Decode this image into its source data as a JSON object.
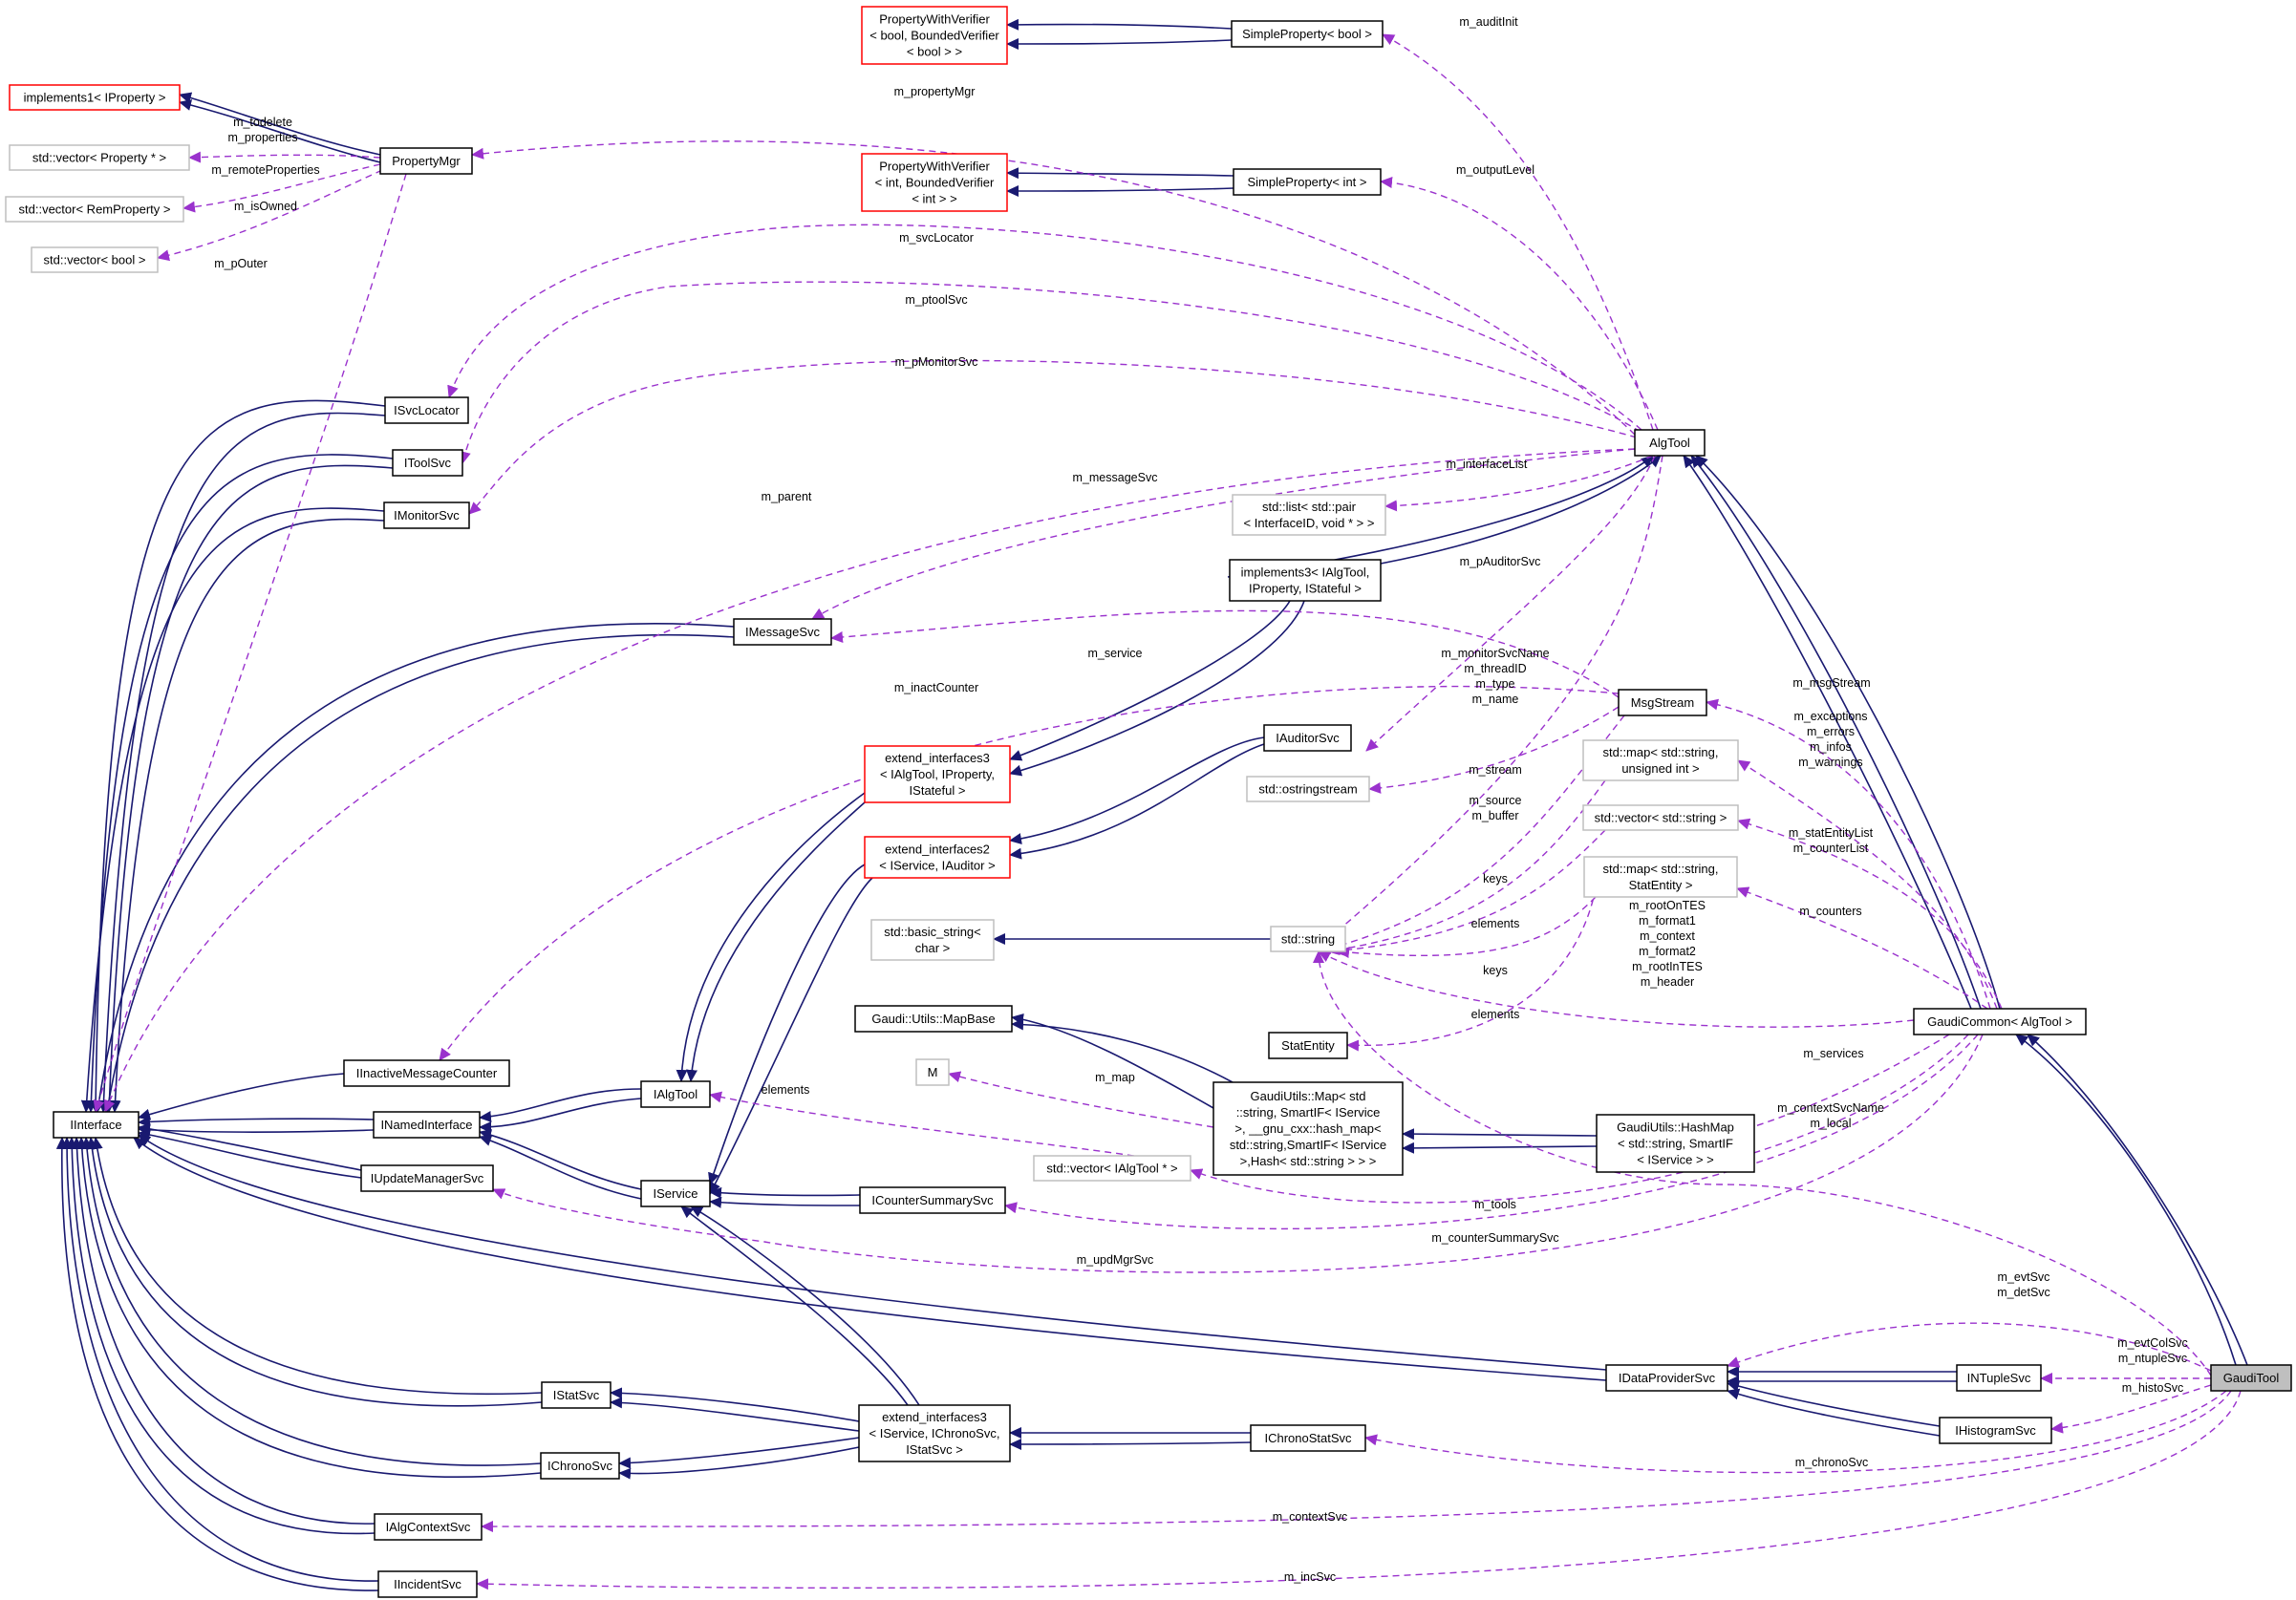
{
  "diagram": {
    "colors": {
      "inheritance_edge": "#191970",
      "usage_edge": "#9a32cd",
      "node_border_default": "#000000",
      "node_border_template": "#ff0000",
      "node_border_external": "#bfbfbf",
      "highlight_fill": "#bfbfbf"
    },
    "nodes": [
      {
        "id": "implements1_IProperty",
        "lines": [
          "implements1< IProperty >"
        ],
        "style": "template"
      },
      {
        "id": "vector_property_ptr",
        "lines": [
          "std::vector< Property * >"
        ],
        "style": "external"
      },
      {
        "id": "vector_remproperty",
        "lines": [
          "std::vector< RemProperty >"
        ],
        "style": "external"
      },
      {
        "id": "vector_bool",
        "lines": [
          "std::vector< bool >"
        ],
        "style": "external"
      },
      {
        "id": "PropertyMgr",
        "lines": [
          "PropertyMgr"
        ],
        "style": "normal"
      },
      {
        "id": "pwv_bool",
        "lines": [
          "PropertyWithVerifier",
          "< bool, BoundedVerifier",
          "< bool > >"
        ],
        "style": "template"
      },
      {
        "id": "SimpleProperty_bool",
        "lines": [
          "SimpleProperty< bool >"
        ],
        "style": "normal"
      },
      {
        "id": "pwv_int",
        "lines": [
          "PropertyWithVerifier",
          "< int, BoundedVerifier",
          "< int > >"
        ],
        "style": "template"
      },
      {
        "id": "SimpleProperty_int",
        "lines": [
          "SimpleProperty< int >"
        ],
        "style": "normal"
      },
      {
        "id": "ISvcLocator",
        "lines": [
          "ISvcLocator"
        ],
        "style": "normal"
      },
      {
        "id": "IToolSvc",
        "lines": [
          "IToolSvc"
        ],
        "style": "normal"
      },
      {
        "id": "IMonitorSvc",
        "lines": [
          "IMonitorSvc"
        ],
        "style": "normal"
      },
      {
        "id": "AlgTool",
        "lines": [
          "AlgTool"
        ],
        "style": "normal"
      },
      {
        "id": "list_pair",
        "lines": [
          "std::list< std::pair",
          "< InterfaceID, void * > >"
        ],
        "style": "external"
      },
      {
        "id": "implements3",
        "lines": [
          "implements3< IAlgTool,",
          "IProperty, IStateful >"
        ],
        "style": "normal"
      },
      {
        "id": "IMessageSvc",
        "lines": [
          "IMessageSvc"
        ],
        "style": "normal"
      },
      {
        "id": "MsgStream",
        "lines": [
          "MsgStream"
        ],
        "style": "normal"
      },
      {
        "id": "IAuditorSvc",
        "lines": [
          "IAuditorSvc"
        ],
        "style": "normal"
      },
      {
        "id": "extend_interfaces3_alg",
        "lines": [
          "extend_interfaces3",
          "< IAlgTool, IProperty,",
          "IStateful >"
        ],
        "style": "template"
      },
      {
        "id": "ostringstream",
        "lines": [
          "std::ostringstream"
        ],
        "style": "external"
      },
      {
        "id": "map_string_uint",
        "lines": [
          "std::map< std::string,",
          "unsigned int >"
        ],
        "style": "external"
      },
      {
        "id": "vector_string",
        "lines": [
          "std::vector< std::string >"
        ],
        "style": "external"
      },
      {
        "id": "map_string_statentity",
        "lines": [
          "std::map< std::string,",
          "StatEntity >"
        ],
        "style": "external"
      },
      {
        "id": "extend_interfaces2",
        "lines": [
          "extend_interfaces2",
          "< IService, IAuditor >"
        ],
        "style": "template"
      },
      {
        "id": "basic_string",
        "lines": [
          "std::basic_string<",
          "char >"
        ],
        "style": "external"
      },
      {
        "id": "std_string",
        "lines": [
          "std::string"
        ],
        "style": "external"
      },
      {
        "id": "MapBase",
        "lines": [
          "Gaudi::Utils::MapBase"
        ],
        "style": "normal"
      },
      {
        "id": "StatEntity",
        "lines": [
          "StatEntity"
        ],
        "style": "normal"
      },
      {
        "id": "GaudiCommon",
        "lines": [
          "GaudiCommon< AlgTool >"
        ],
        "style": "normal"
      },
      {
        "id": "M",
        "lines": [
          "M"
        ],
        "style": "external"
      },
      {
        "id": "GaudiUtilsMap",
        "lines": [
          "GaudiUtils::Map< std",
          "::string, SmartIF< IService",
          ">, __gnu_cxx::hash_map<",
          "std::string,SmartIF< IService",
          ">,Hash< std::string > > >"
        ],
        "style": "normal"
      },
      {
        "id": "IInactiveMessageCounter",
        "lines": [
          "IInactiveMessageCounter"
        ],
        "style": "normal"
      },
      {
        "id": "IInterface",
        "lines": [
          "IInterface"
        ],
        "style": "normal"
      },
      {
        "id": "IAlgTool",
        "lines": [
          "IAlgTool"
        ],
        "style": "normal"
      },
      {
        "id": "INamedInterface",
        "lines": [
          "INamedInterface"
        ],
        "style": "normal"
      },
      {
        "id": "HashMap",
        "lines": [
          "GaudiUtils::HashMap",
          "< std::string, SmartIF",
          "< IService > >"
        ],
        "style": "normal"
      },
      {
        "id": "vector_ialgtool",
        "lines": [
          "std::vector< IAlgTool * >"
        ],
        "style": "external"
      },
      {
        "id": "IUpdateManagerSvc",
        "lines": [
          "IUpdateManagerSvc"
        ],
        "style": "normal"
      },
      {
        "id": "IService",
        "lines": [
          "IService"
        ],
        "style": "normal"
      },
      {
        "id": "ICounterSummarySvc",
        "lines": [
          "ICounterSummarySvc"
        ],
        "style": "normal"
      },
      {
        "id": "IDataProviderSvc",
        "lines": [
          "IDataProviderSvc"
        ],
        "style": "normal"
      },
      {
        "id": "INTupleSvc",
        "lines": [
          "INTupleSvc"
        ],
        "style": "normal"
      },
      {
        "id": "GaudiTool",
        "lines": [
          "GaudiTool"
        ],
        "style": "highlight"
      },
      {
        "id": "IStatSvc",
        "lines": [
          "IStatSvc"
        ],
        "style": "normal"
      },
      {
        "id": "extend_interfaces3_svc",
        "lines": [
          "extend_interfaces3",
          "< IService, IChronoSvc,",
          "IStatSvc >"
        ],
        "style": "normal"
      },
      {
        "id": "IHistogramSvc",
        "lines": [
          "IHistogramSvc"
        ],
        "style": "normal"
      },
      {
        "id": "IChronoSvc",
        "lines": [
          "IChronoSvc"
        ],
        "style": "normal"
      },
      {
        "id": "IChronoStatSvc",
        "lines": [
          "IChronoStatSvc"
        ],
        "style": "normal"
      },
      {
        "id": "IAlgContextSvc",
        "lines": [
          "IAlgContextSvc"
        ],
        "style": "normal"
      },
      {
        "id": "IIncidentSvc",
        "lines": [
          "IIncidentSvc"
        ],
        "style": "normal"
      }
    ],
    "edge_labels": [
      {
        "id": "m_auditInit",
        "lines": [
          "m_auditInit"
        ]
      },
      {
        "id": "m_propertyMgr",
        "lines": [
          "m_propertyMgr"
        ]
      },
      {
        "id": "m_todelete_props",
        "lines": [
          "m_todelete",
          "m_properties"
        ]
      },
      {
        "id": "m_remoteProperties",
        "lines": [
          "m_remoteProperties"
        ]
      },
      {
        "id": "m_isOwned",
        "lines": [
          "m_isOwned"
        ]
      },
      {
        "id": "m_pOuter",
        "lines": [
          "m_pOuter"
        ]
      },
      {
        "id": "m_outputLevel",
        "lines": [
          "m_outputLevel"
        ]
      },
      {
        "id": "m_svcLocator",
        "lines": [
          "m_svcLocator"
        ]
      },
      {
        "id": "m_ptoolSvc",
        "lines": [
          "m_ptoolSvc"
        ]
      },
      {
        "id": "m_pMonitorSvc",
        "lines": [
          "m_pMonitorSvc"
        ]
      },
      {
        "id": "m_interfaceList",
        "lines": [
          "m_interfaceList"
        ]
      },
      {
        "id": "m_parent",
        "lines": [
          "m_parent"
        ]
      },
      {
        "id": "m_messageSvc",
        "lines": [
          "m_messageSvc"
        ]
      },
      {
        "id": "m_pAuditorSvc",
        "lines": [
          "m_pAuditorSvc"
        ]
      },
      {
        "id": "m_service",
        "lines": [
          "m_service"
        ]
      },
      {
        "id": "m_inactCounter",
        "lines": [
          "m_inactCounter"
        ]
      },
      {
        "id": "m_msgStream",
        "lines": [
          "m_msgStream"
        ]
      },
      {
        "id": "m_monitor_group",
        "lines": [
          "m_monitorSvcName",
          "m_threadID",
          "m_type",
          "m_name"
        ]
      },
      {
        "id": "m_exceptions_group",
        "lines": [
          "m_exceptions",
          "m_errors",
          "m_infos",
          "m_warnings"
        ]
      },
      {
        "id": "m_stream",
        "lines": [
          "m_stream"
        ]
      },
      {
        "id": "m_source_buffer",
        "lines": [
          "m_source",
          "m_buffer"
        ]
      },
      {
        "id": "m_statEntityList",
        "lines": [
          "m_statEntityList",
          "m_counterList"
        ]
      },
      {
        "id": "keys_1",
        "lines": [
          "keys"
        ]
      },
      {
        "id": "elements_1",
        "lines": [
          "elements"
        ]
      },
      {
        "id": "m_counters",
        "lines": [
          "m_counters"
        ]
      },
      {
        "id": "keys_2",
        "lines": [
          "keys"
        ]
      },
      {
        "id": "m_rootOnTES_group",
        "lines": [
          "m_rootOnTES",
          "m_format1",
          "m_context",
          "m_format2",
          "m_rootInTES",
          "m_header"
        ]
      },
      {
        "id": "elements_2",
        "lines": [
          "elements"
        ]
      },
      {
        "id": "m_services",
        "lines": [
          "m_services"
        ]
      },
      {
        "id": "elements_3",
        "lines": [
          "elements"
        ]
      },
      {
        "id": "m_map",
        "lines": [
          "m_map"
        ]
      },
      {
        "id": "m_contextSvcName",
        "lines": [
          "m_contextSvcName",
          "m_local"
        ]
      },
      {
        "id": "m_tools",
        "lines": [
          "m_tools"
        ]
      },
      {
        "id": "m_counterSummarySvc",
        "lines": [
          "m_counterSummarySvc"
        ]
      },
      {
        "id": "m_updMgrSvc",
        "lines": [
          "m_updMgrSvc"
        ]
      },
      {
        "id": "m_evtSvc",
        "lines": [
          "m_evtSvc",
          "m_detSvc"
        ]
      },
      {
        "id": "m_evtColSvc",
        "lines": [
          "m_evtColSvc",
          "m_ntupleSvc"
        ]
      },
      {
        "id": "m_histoSvc",
        "lines": [
          "m_histoSvc"
        ]
      },
      {
        "id": "m_chronoSvc",
        "lines": [
          "m_chronoSvc"
        ]
      },
      {
        "id": "m_contextSvc",
        "lines": [
          "m_contextSvc"
        ]
      },
      {
        "id": "m_incSvc",
        "lines": [
          "m_incSvc"
        ]
      }
    ]
  }
}
